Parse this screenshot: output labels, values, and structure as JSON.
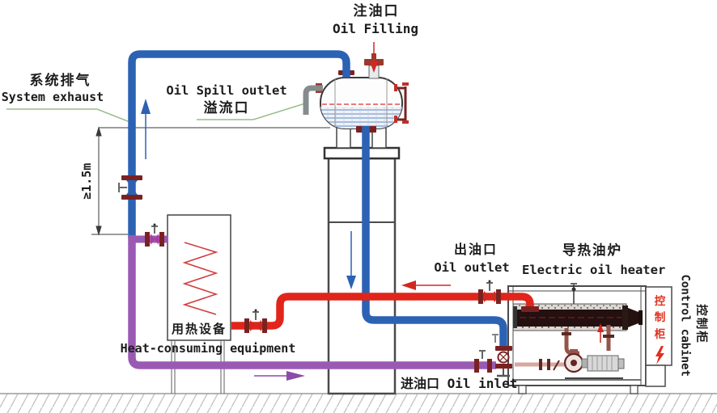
{
  "labels": {
    "oil_filling_zh": "注油口",
    "oil_filling_en": "Oil Filling",
    "system_exhaust_zh": "系统排气",
    "system_exhaust_en": "System exhaust",
    "oil_spill_outlet_en": "Oil Spill outlet",
    "oil_spill_outlet_zh": "溢流口",
    "min_height": "≥1.5m",
    "equipment_zh": "用热设备",
    "equipment_en": "Heat-consuming equipment",
    "oil_outlet_zh": "出油口",
    "oil_outlet_en": "Oil outlet",
    "heater_zh": "导热油炉",
    "heater_en": "Electric oil heater",
    "oil_inlet": "进油口 Oil inlet",
    "control_cabinet_panel_zh": "控制柜",
    "control_cabinet_en": "Control cabinet",
    "control_cabinet_zh": "控制柜"
  },
  "colors": {
    "cold": "#2b62b4",
    "return": "#9a5ab4",
    "hot": "#e1251b",
    "overflow": "#868c8c",
    "flange": "#7a2222",
    "leader": "#9cbb8c",
    "cabinet_text": "#e0301e",
    "line": "#3a3a3a"
  }
}
